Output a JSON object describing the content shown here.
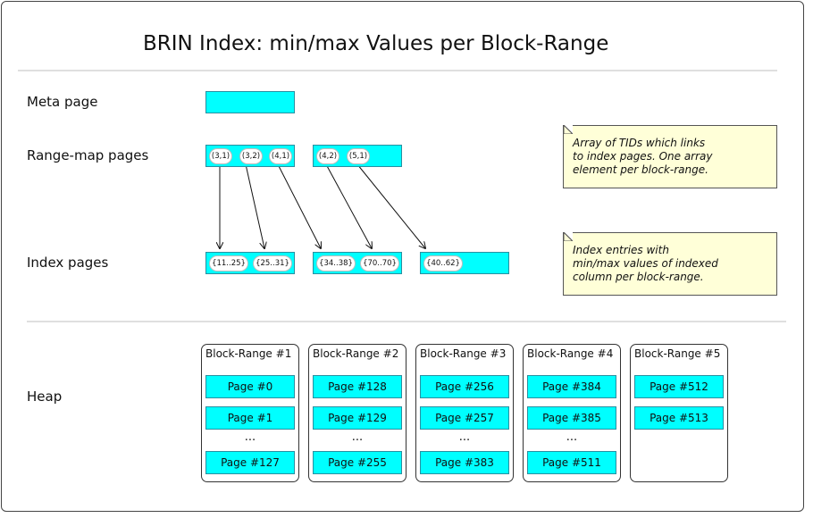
{
  "title": "BRIN Index: min/max Values per Block-Range",
  "labels": {
    "meta": "Meta page",
    "range_map": "Range-map pages",
    "index": "Index pages",
    "heap": "Heap"
  },
  "range_map": {
    "page1": [
      "(3,1)",
      "(3,2)",
      "(4,1)"
    ],
    "page2": [
      "(4,2)",
      "(5,1)"
    ]
  },
  "index_pages": {
    "page1": [
      "{11..25}",
      "{25..31}"
    ],
    "page2": [
      "{34..38}",
      "{70..70}"
    ],
    "page3": [
      "{40..62}"
    ]
  },
  "notes": {
    "range_map": [
      "Array of TIDs which links",
      "to index pages. One array",
      "element per block-range."
    ],
    "index": [
      "Index entries with",
      "min/max values of indexed",
      "column per block-range."
    ]
  },
  "heap": {
    "ranges": [
      {
        "title": "Block-Range #1",
        "pages": [
          "Page #0",
          "Page #1",
          "...",
          "Page #127"
        ]
      },
      {
        "title": "Block-Range #2",
        "pages": [
          "Page #128",
          "Page #129",
          "...",
          "Page #255"
        ]
      },
      {
        "title": "Block-Range #3",
        "pages": [
          "Page #256",
          "Page #257",
          "...",
          "Page #383"
        ]
      },
      {
        "title": "Block-Range #4",
        "pages": [
          "Page #384",
          "Page #385",
          "...",
          "Page #511"
        ]
      },
      {
        "title": "Block-Range #5",
        "pages": [
          "Page #512",
          "Page #513"
        ]
      }
    ]
  },
  "colors": {
    "page_fill": "#00ffff",
    "note_fill": "#ffffd8"
  }
}
